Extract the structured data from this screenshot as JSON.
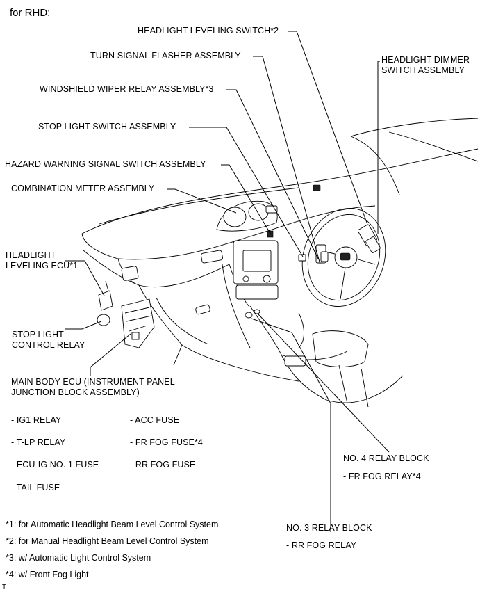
{
  "header": {
    "title": "for RHD:"
  },
  "callouts": {
    "headlight_leveling_switch": "HEADLIGHT LEVELING SWITCH*2",
    "turn_signal_flasher": "TURN SIGNAL FLASHER ASSEMBLY",
    "headlight_dimmer_switch_line1": "HEADLIGHT DIMMER",
    "headlight_dimmer_switch_line2": "SWITCH ASSEMBLY",
    "windshield_wiper_relay": "WINDSHIELD WIPER RELAY ASSEMBLY*3",
    "stop_light_switch": "STOP LIGHT SWITCH ASSEMBLY",
    "hazard_warning_switch": "HAZARD WARNING SIGNAL SWITCH ASSEMBLY",
    "combination_meter": "COMBINATION METER ASSEMBLY",
    "headlight_leveling_ecu_line1": "HEADLIGHT",
    "headlight_leveling_ecu_line2": "LEVELING ECU*1",
    "stop_light_control_relay_line1": "STOP LIGHT",
    "stop_light_control_relay_line2": "CONTROL RELAY",
    "main_body_ecu_line1": "MAIN BODY ECU (INSTRUMENT PANEL",
    "main_body_ecu_line2": "JUNCTION BLOCK ASSEMBLY)"
  },
  "main_body_ecu_items": {
    "left": [
      "- IG1 RELAY",
      "- T-LP RELAY",
      "- ECU-IG NO. 1 FUSE",
      "- TAIL FUSE"
    ],
    "right": [
      "- ACC FUSE",
      "- FR FOG FUSE*4",
      "- RR FOG FUSE"
    ]
  },
  "relay_blocks": {
    "no4_title": "NO. 4 RELAY BLOCK",
    "no4_item": "- FR FOG RELAY*4",
    "no3_title": "NO. 3 RELAY BLOCK",
    "no3_item": "- RR FOG RELAY"
  },
  "footnotes": [
    "*1: for Automatic Headlight Beam Level Control System",
    "*2: for Manual Headlight Beam Level Control System",
    "*3: w/ Automatic Light Control System",
    "*4: w/ Front Fog Light"
  ],
  "corner_mark": "T"
}
